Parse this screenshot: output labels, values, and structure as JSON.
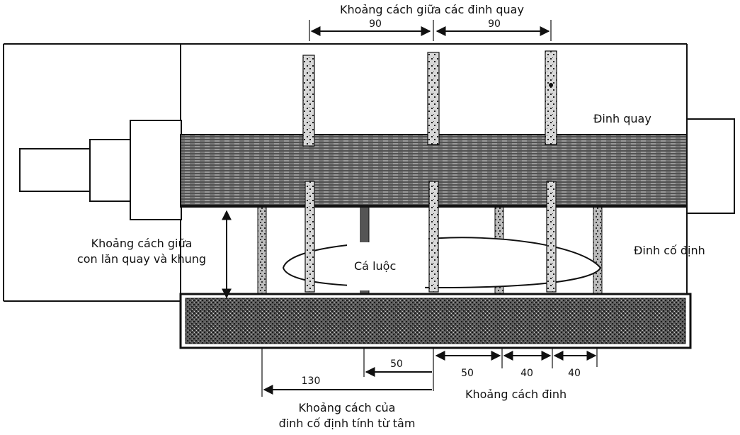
{
  "labels": {
    "rotating_pin_spacing": "Khoảng cách giữa các đinh quay",
    "rotating_pin": "Đinh quay",
    "fixed_pin": "Đinh cố định",
    "roller_frame_gap_line1": "Khoảng cách giữa",
    "roller_frame_gap_line2": "con lăn quay và khung",
    "boiled_fish": "Cá luộc",
    "pin_spacing": "Khoảng cách đinh",
    "fixed_pin_offset_line1": "Khoảng cách của",
    "fixed_pin_offset_line2": "đinh cố định tính từ tâm"
  },
  "dimensions": {
    "rotating_left": "90",
    "rotating_right": "90",
    "center_offset_near": "50",
    "center_offset_far": "130",
    "fixed_gap_1": "50",
    "fixed_gap_2": "40",
    "fixed_gap_3": "40"
  },
  "colors": {
    "ink": "#111111",
    "hatch_roller": "#5a5a5a",
    "hatch_frame": "#3c3c3c"
  }
}
